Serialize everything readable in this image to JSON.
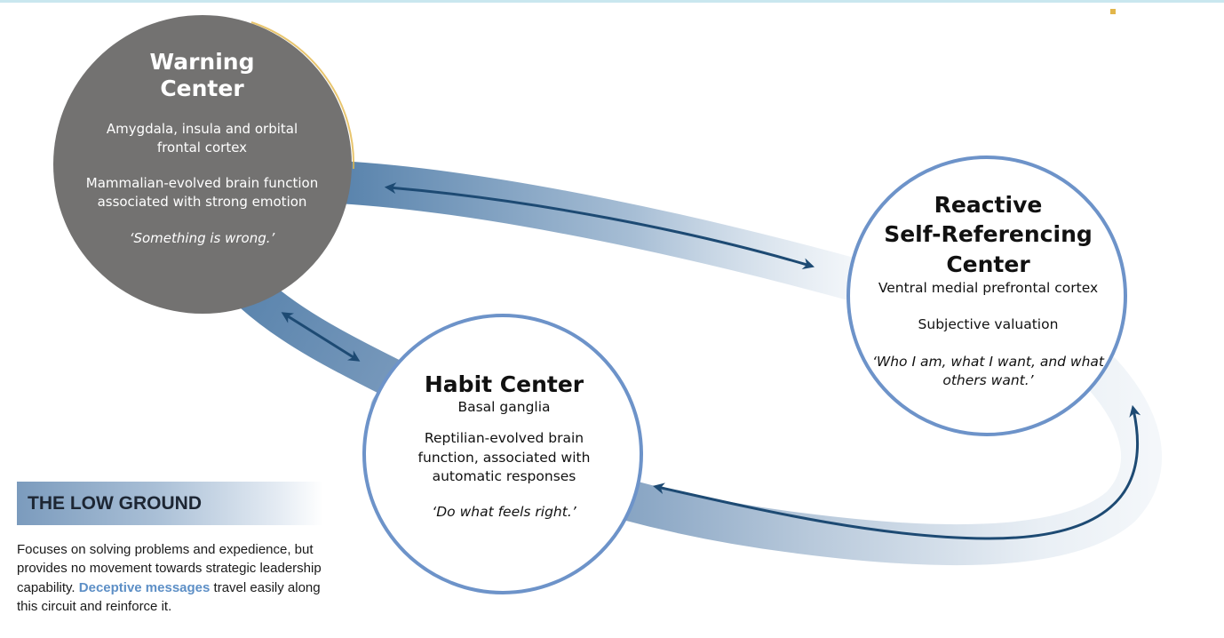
{
  "colors": {
    "warning_fill": "#737271",
    "circle_stroke": "#6d93c9",
    "arrow": "#1d4a73",
    "band": "#5a84ad",
    "highlight": "#5d8fc6"
  },
  "nodes": {
    "warning": {
      "title_line1": "Warning",
      "title_line2": "Center",
      "p1": "Amygdala, insula and orbital frontal cortex",
      "p2": "Mammalian-evolved brain function associated with strong emotion",
      "quote": "‘Something is wrong.’"
    },
    "reactive": {
      "title_line1": "Reactive",
      "title_line2": "Self-Referencing",
      "title_line3": "Center",
      "subtitle": "Ventral medial prefrontal cortex",
      "p1": "Subjective valuation",
      "quote": "‘Who I am, what I want, and what others want.’"
    },
    "habit": {
      "title": "Habit Center",
      "subtitle": "Basal ganglia",
      "p1": "Reptilian-evolved brain function, associated with automatic responses",
      "quote": "‘Do what feels right.’"
    }
  },
  "low_ground": {
    "title": "THE LOW GROUND",
    "desc_before": "Focuses on solving problems and expedience, but provides no movement towards strategic leadership capability.",
    "highlight": "Deceptive messages",
    "desc_after": "travel easily along this circuit and reinforce it."
  }
}
